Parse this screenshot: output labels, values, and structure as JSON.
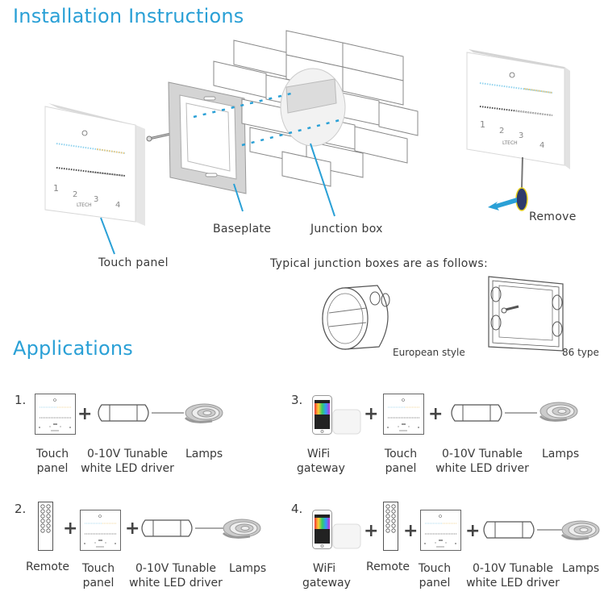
{
  "installation": {
    "title": "Installation Instructions",
    "labels": {
      "touch_panel": "Touch panel",
      "baseplate": "Baseplate",
      "junction_box": "Junction box",
      "remove": "Remove"
    },
    "panel_branding": "LTECH",
    "panel_zone_numbers": [
      "1",
      "2",
      "3",
      "4"
    ],
    "typical_boxes_caption": "Typical junction boxes are as follows:",
    "box_types": [
      "European style",
      "86 type"
    ]
  },
  "applications": {
    "title": "Applications",
    "items": [
      {
        "number": "1.",
        "components": [
          {
            "icon": "touch-panel-icon",
            "caption": [
              "Touch",
              "panel"
            ]
          },
          {
            "icon": "led-driver-icon",
            "caption": [
              "0-10V Tunable",
              "white LED driver"
            ]
          },
          {
            "icon": "lamp-strip-icon",
            "caption": [
              "Lamps"
            ]
          }
        ]
      },
      {
        "number": "2.",
        "components": [
          {
            "icon": "remote-icon",
            "caption": [
              "Remote"
            ]
          },
          {
            "icon": "touch-panel-icon",
            "caption": [
              "Touch",
              "panel"
            ]
          },
          {
            "icon": "led-driver-icon",
            "caption": [
              "0-10V Tunable",
              "white LED driver"
            ]
          },
          {
            "icon": "lamp-strip-icon",
            "caption": [
              "Lamps"
            ]
          }
        ]
      },
      {
        "number": "3.",
        "components": [
          {
            "icon": "wifi-gateway-icon",
            "caption": [
              "WiFi",
              "gateway"
            ]
          },
          {
            "icon": "touch-panel-icon",
            "caption": [
              "Touch",
              "panel"
            ]
          },
          {
            "icon": "led-driver-icon",
            "caption": [
              "0-10V Tunable",
              "white LED driver"
            ]
          },
          {
            "icon": "lamp-strip-icon",
            "caption": [
              "Lamps"
            ]
          }
        ]
      },
      {
        "number": "4.",
        "components": [
          {
            "icon": "wifi-gateway-icon",
            "caption": [
              "WiFi",
              "gateway"
            ]
          },
          {
            "icon": "remote-icon",
            "caption": [
              "Remote"
            ]
          },
          {
            "icon": "touch-panel-icon",
            "caption": [
              "Touch",
              "panel"
            ]
          },
          {
            "icon": "led-driver-icon",
            "caption": [
              "0-10V Tunable",
              "white LED driver"
            ]
          },
          {
            "icon": "lamp-strip-icon",
            "caption": [
              "Lamps"
            ]
          }
        ]
      }
    ],
    "plus_sign": "+"
  },
  "colors": {
    "accent": "#2aa0d6",
    "text": "#3a3a3a",
    "line": "#888888"
  }
}
